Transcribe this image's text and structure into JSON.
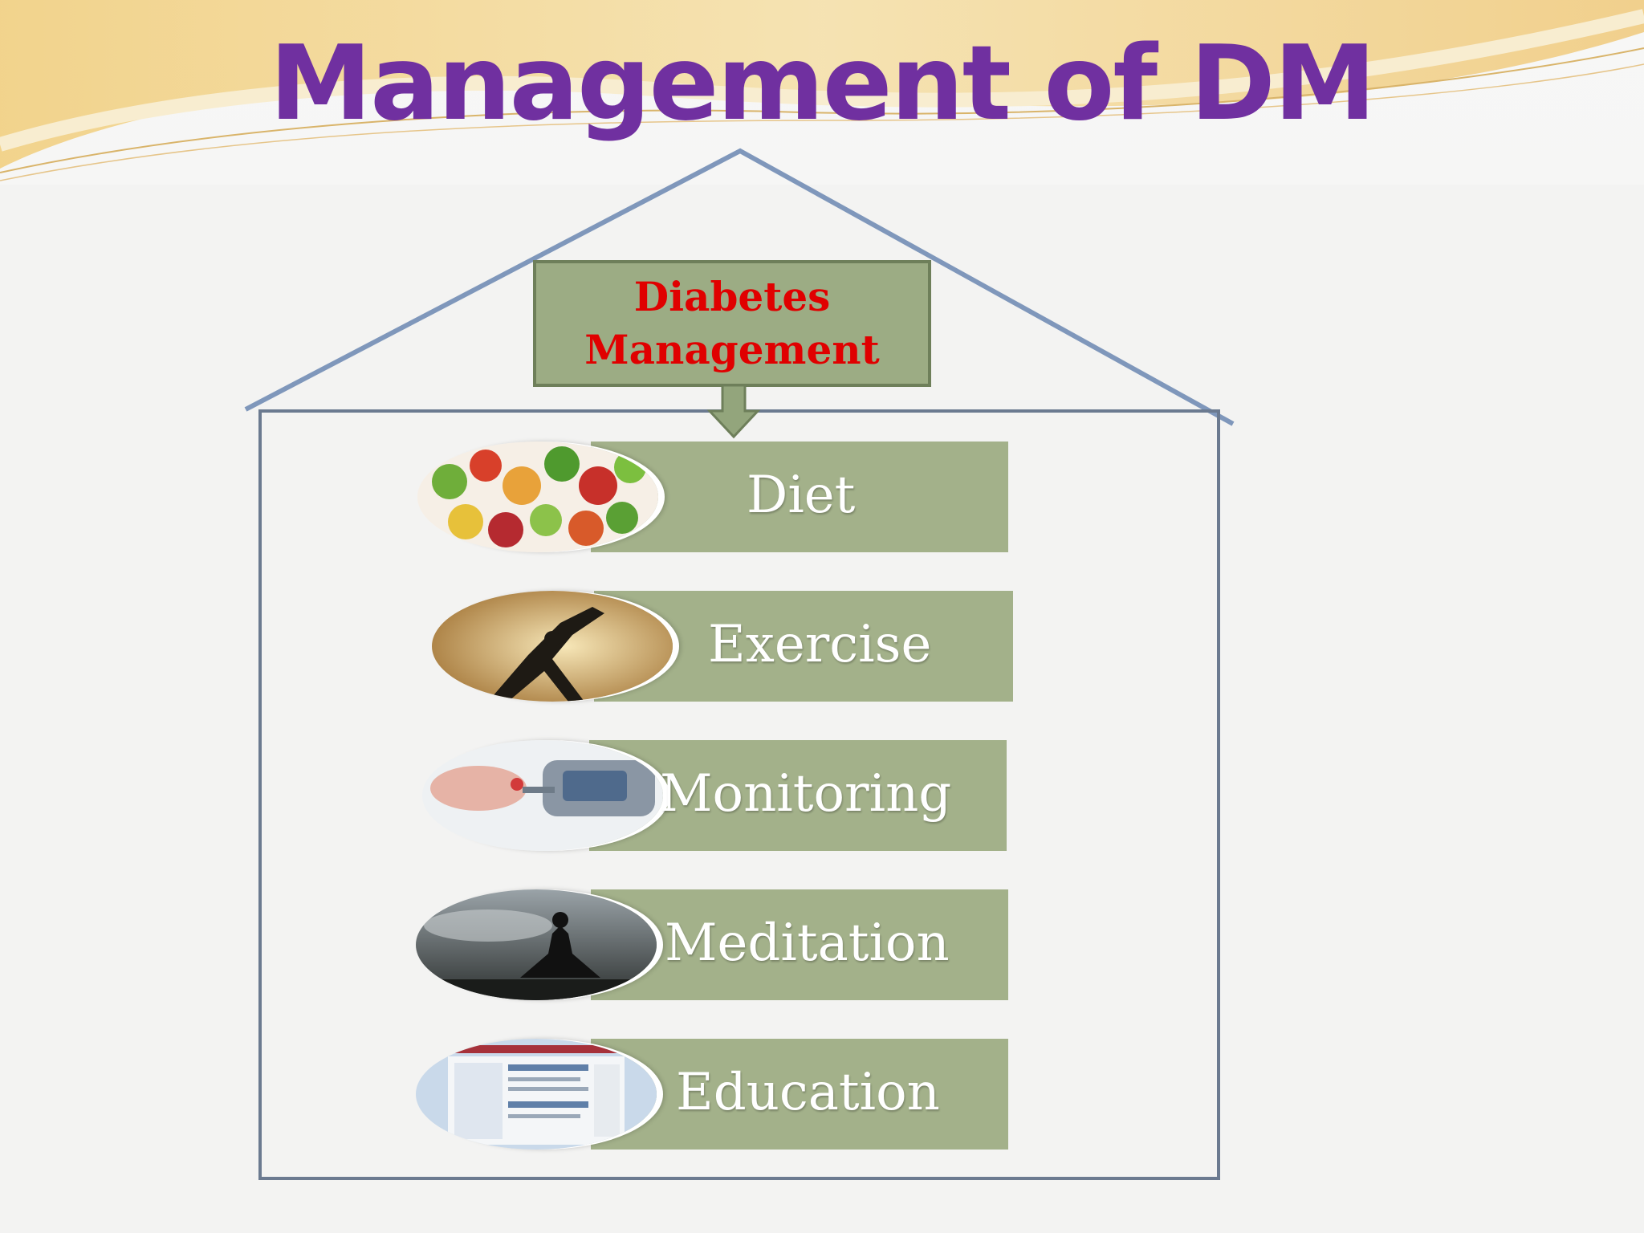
{
  "slide": {
    "title": "Management of DM",
    "accent_color": "#7030a0",
    "box_text_color": "#e00000",
    "bar_color": "#a3b18a"
  },
  "diagram": {
    "center_line1": "Diabetes",
    "center_line2": "Management",
    "components": [
      {
        "label": "Diet",
        "image": "food-platter-image"
      },
      {
        "label": "Exercise",
        "image": "stretching-silhouette-image"
      },
      {
        "label": "Monitoring",
        "image": "glucose-meter-image"
      },
      {
        "label": "Meditation",
        "image": "meditation-silhouette-image"
      },
      {
        "label": "Education",
        "image": "website-screenshot-image"
      }
    ]
  }
}
